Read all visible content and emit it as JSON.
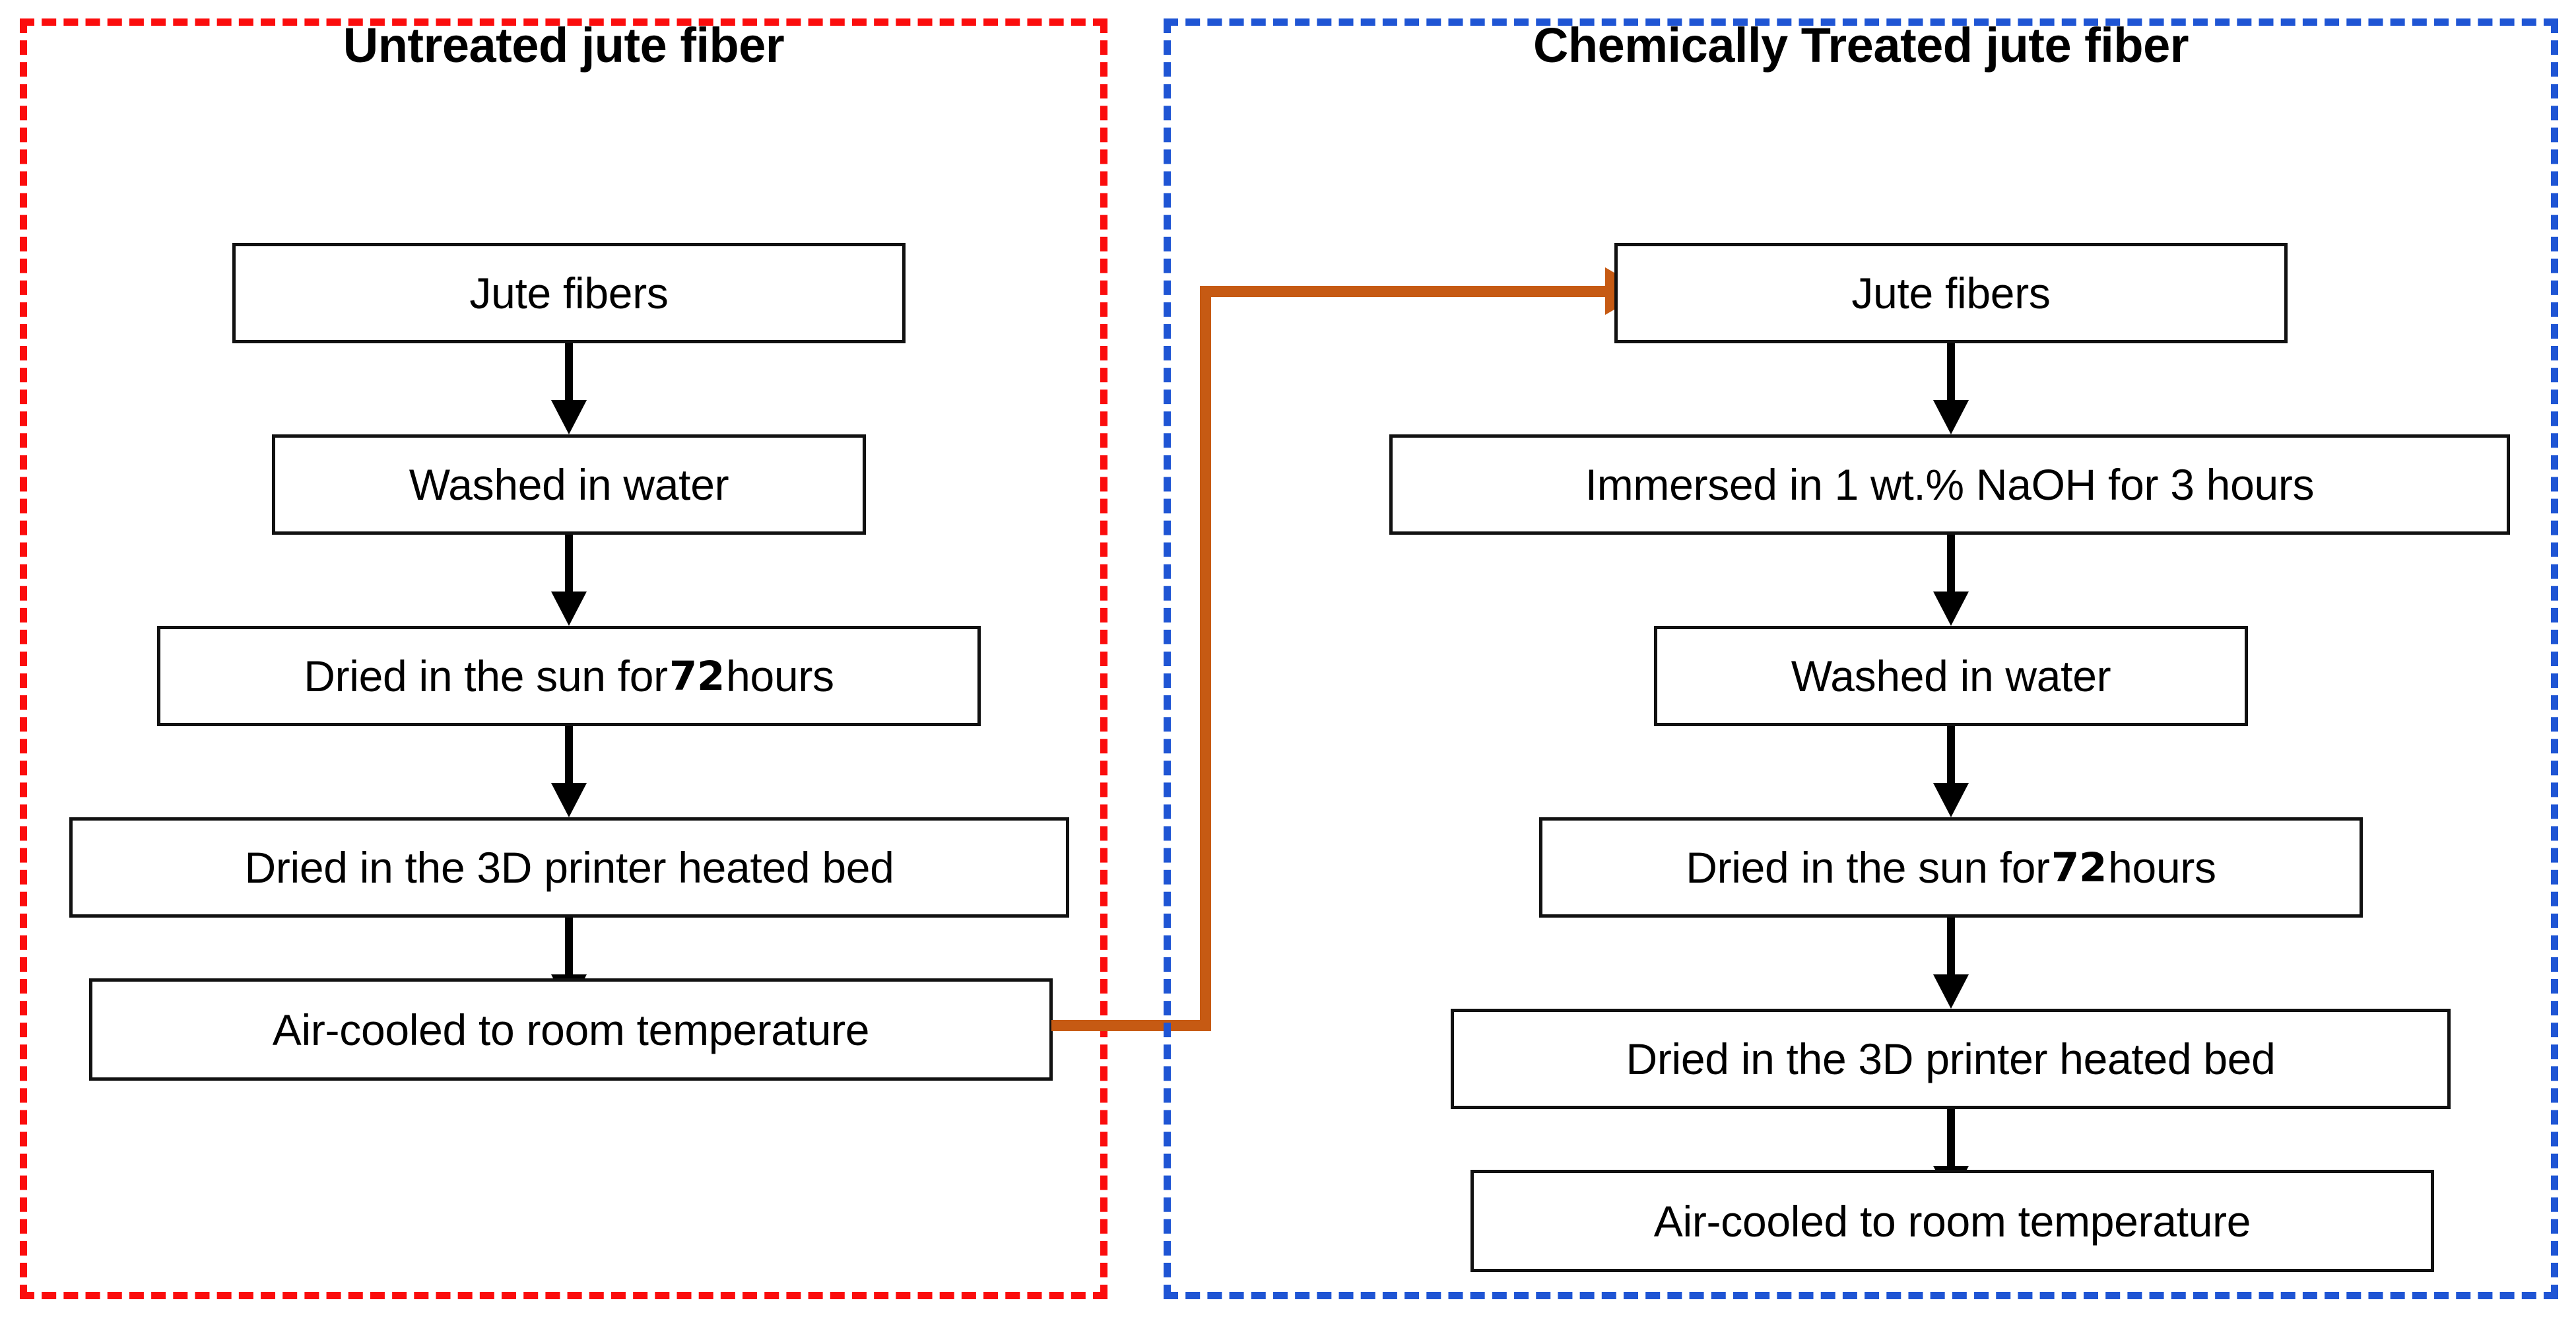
{
  "diagram": {
    "type": "flowchart",
    "title_left": "Untreated  jute fiber",
    "title_right": "Chemically Treated  jute fiber",
    "colors": {
      "untreated_border": "#fb0d0d",
      "treated_border": "#1f55d4",
      "connector": "#c65a13",
      "box_border": "#111111",
      "text": "#000000",
      "background": "#ffffff"
    }
  },
  "untreated": {
    "panel_label": "Untreated  jute fiber",
    "steps": [
      {
        "label": "Jute fibers"
      },
      {
        "label": "Washed in water"
      },
      {
        "label_pre": "Dried in the sun for ",
        "number": "72",
        "label_post": "  hours",
        "full": "Dried in the sun for 72  hours"
      },
      {
        "label": "Dried in the 3D printer heated bed"
      },
      {
        "label": "Air-cooled to room temperature"
      }
    ]
  },
  "treated": {
    "panel_label": "Chemically Treated  jute fiber",
    "steps": [
      {
        "label": "Jute fibers"
      },
      {
        "label": "Immersed in 1 wt.% NaOH for 3 hours"
      },
      {
        "label": "Washed in water"
      },
      {
        "label_pre": "Dried in the sun for ",
        "number": "72",
        "label_post": "  hours",
        "full": "Dried in the sun for 72  hours"
      },
      {
        "label": "Dried in the 3D printer heated bed"
      },
      {
        "label": "Air-cooled to room temperature"
      }
    ]
  },
  "connector": {
    "from": "Air-cooled to room temperature",
    "to": "Jute fibers",
    "color": "#c65a13",
    "style": "orthogonal-arrow"
  }
}
